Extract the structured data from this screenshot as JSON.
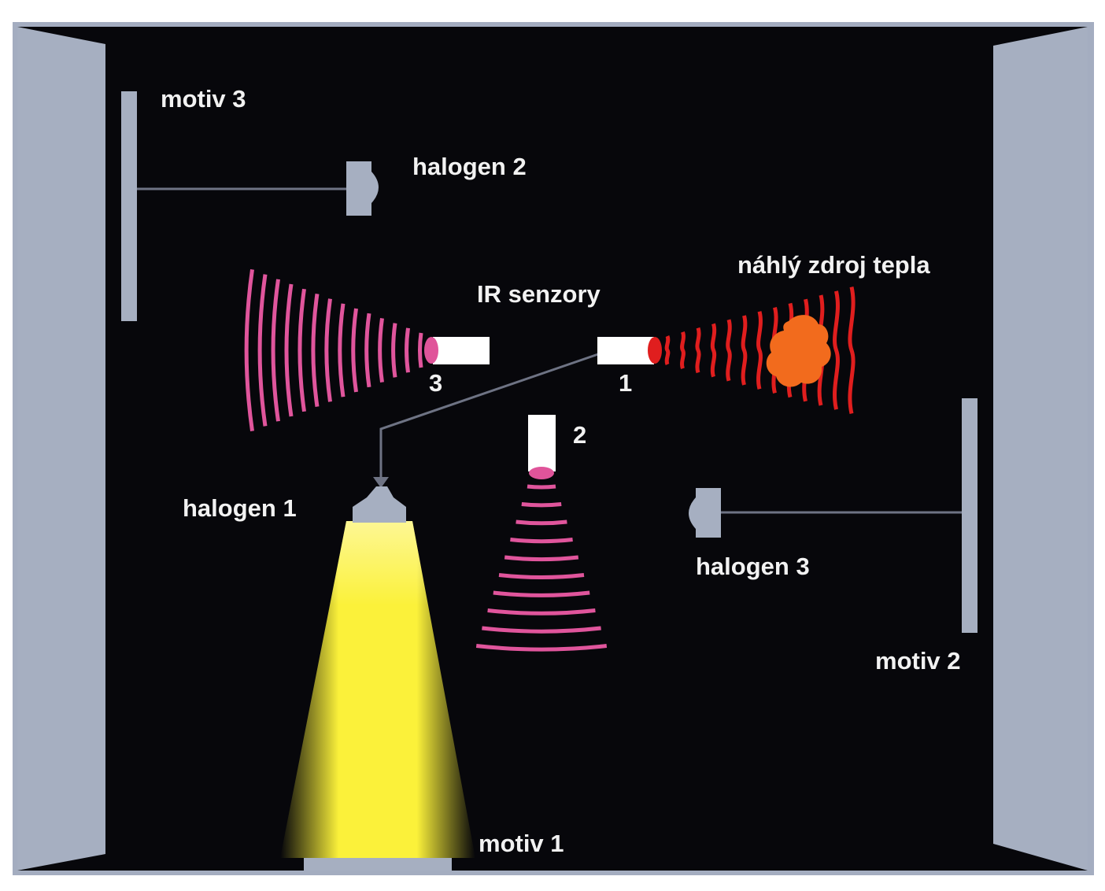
{
  "labels": {
    "motiv_3": "motiv 3",
    "halogen_2": "halogen 2",
    "ir_senzory": "IR senzory",
    "nahly_zdroj_tepla": "náhlý zdroj tepla",
    "sensor_3": "3",
    "sensor_1": "1",
    "sensor_2": "2",
    "halogen_1": "halogen 1",
    "halogen_3": "halogen 3",
    "motiv_2": "motiv 2",
    "motiv_1": "motiv 1"
  },
  "colors": {
    "background": "#07070b",
    "frame": "#a4adc0",
    "wall": "#a6afc1",
    "sensor_body": "#ffffff",
    "sensor_lens": "#e0549a",
    "ir_wave": "#e0559c",
    "heat_wave": "#e01e1e",
    "heat_source": "#f26b1d",
    "halogen_beam": "#fbf13a",
    "wire": "#6e7384",
    "label_text": "#f2f2f2"
  }
}
